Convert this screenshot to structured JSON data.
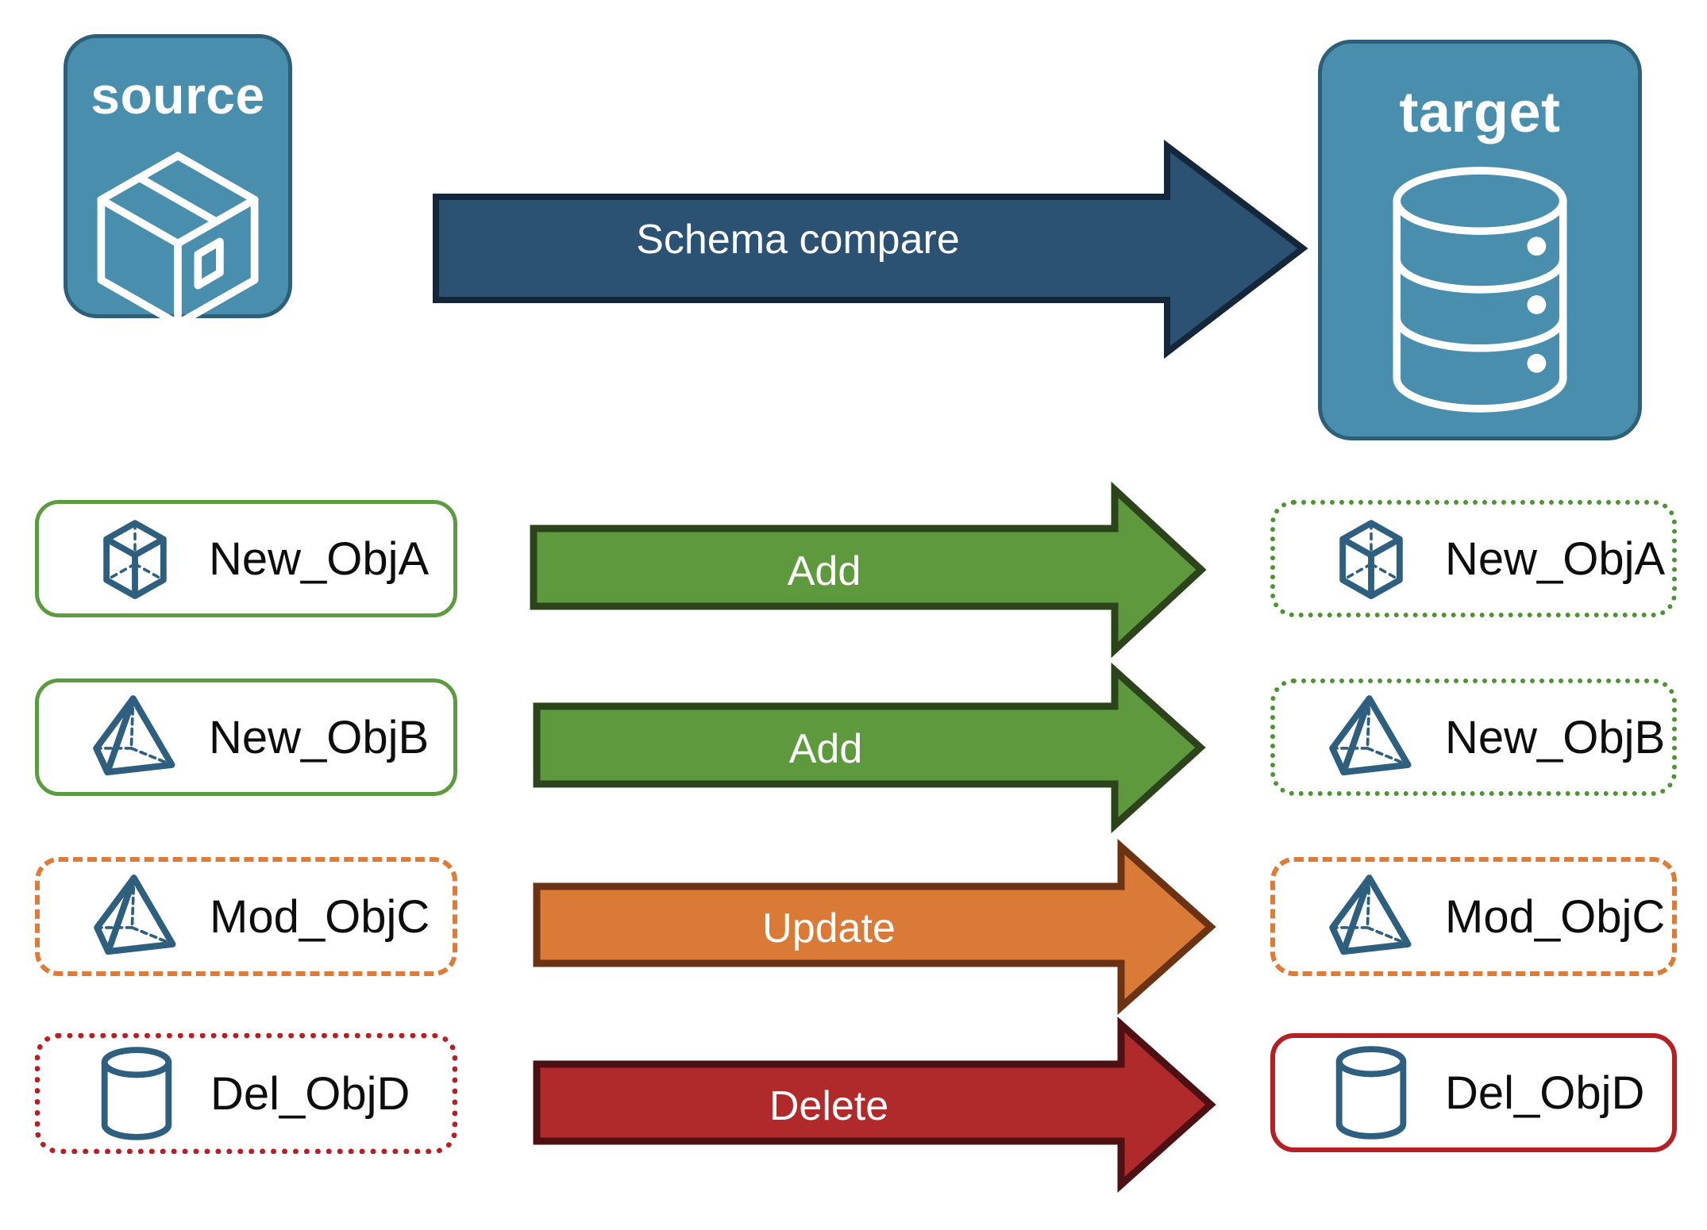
{
  "diagram": {
    "title": "Schema compare source to target",
    "endpoints": [
      {
        "id": "source",
        "label": "source",
        "icon": "package-cube-icon"
      },
      {
        "id": "target",
        "label": "target",
        "icon": "database-cylinder-icon"
      }
    ],
    "main_arrow": {
      "label": "Schema compare",
      "fill": "#2B5173",
      "stroke": "#13263A",
      "text_color": "#FFFFFF"
    },
    "rows": [
      {
        "action": "Add",
        "arrow_fill": "#5E9A3D",
        "arrow_stroke": "#2C441C",
        "source": {
          "label": "New_ObjA",
          "icon": "wireframe-cube-icon",
          "border_style": "solid",
          "border_color": "#5C9B3F"
        },
        "target": {
          "label": "New_ObjA",
          "icon": "wireframe-cube-icon",
          "border_style": "dotted",
          "border_color": "#4E9233"
        }
      },
      {
        "action": "Add",
        "arrow_fill": "#5E9A3D",
        "arrow_stroke": "#2C441C",
        "source": {
          "label": "New_ObjB",
          "icon": "wireframe-pyramid-icon",
          "border_style": "solid",
          "border_color": "#5C9B3F"
        },
        "target": {
          "label": "New_ObjB",
          "icon": "wireframe-pyramid-icon",
          "border_style": "dotted",
          "border_color": "#4E9233"
        }
      },
      {
        "action": "Update",
        "arrow_fill": "#D97B36",
        "arrow_stroke": "#6B3313",
        "source": {
          "label": "Mod_ObjC",
          "icon": "wireframe-pyramid-icon",
          "border_style": "dashed",
          "border_color": "#DD7B38"
        },
        "target": {
          "label": "Mod_ObjC",
          "icon": "wireframe-pyramid-icon",
          "border_style": "dashed",
          "border_color": "#DD7B38"
        }
      },
      {
        "action": "Delete",
        "arrow_fill": "#B02A2C",
        "arrow_stroke": "#4E1012",
        "source": {
          "label": "Del_ObjD",
          "icon": "wireframe-cylinder-icon",
          "border_style": "dotted",
          "border_color": "#B32126"
        },
        "target": {
          "label": "Del_ObjD",
          "icon": "wireframe-cylinder-icon",
          "border_style": "solid",
          "border_color": "#B32126"
        }
      }
    ],
    "colors": {
      "endpoint_fill": "#4A8EAE",
      "endpoint_stroke": "#2E5F78",
      "icon_blue": "#2E5F7E",
      "page_background": "#FFFFFF"
    }
  }
}
